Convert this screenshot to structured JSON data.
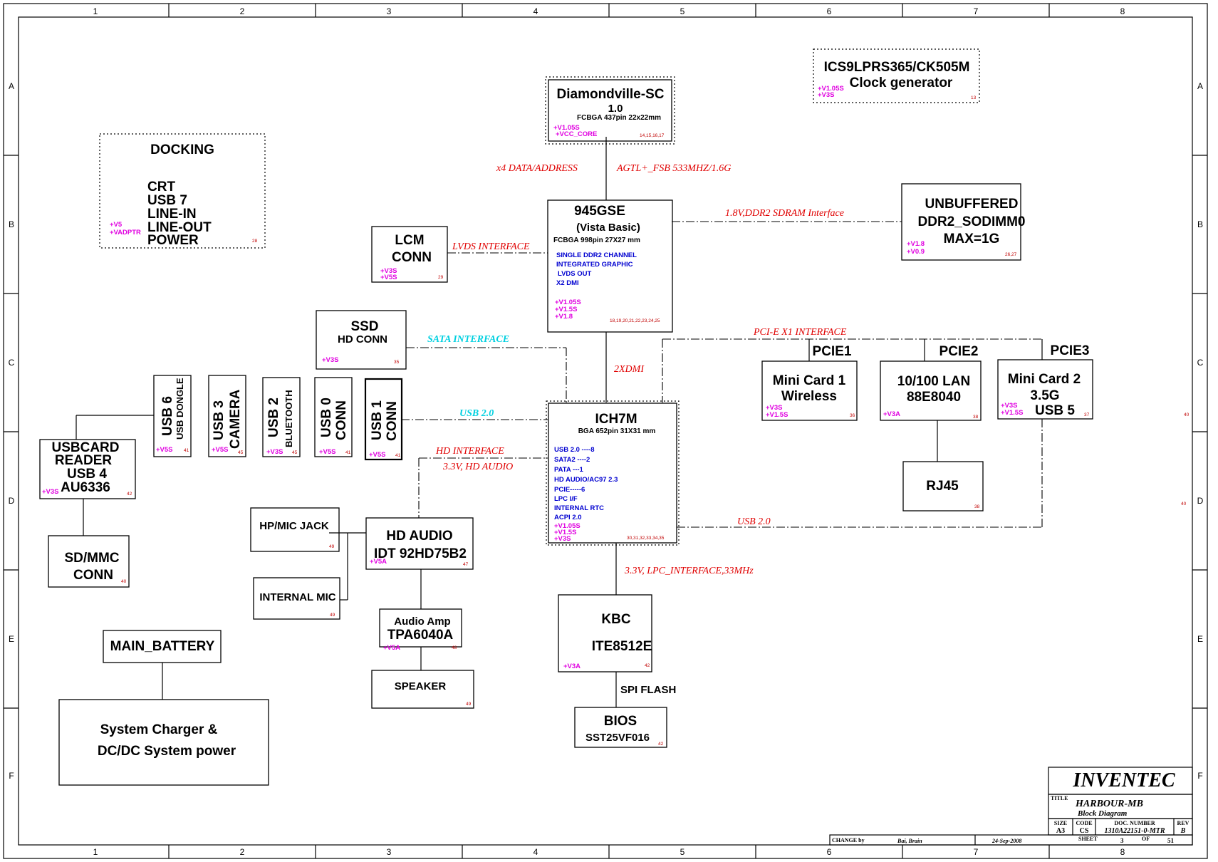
{
  "border": {
    "columns": [
      "1",
      "2",
      "3",
      "4",
      "5",
      "6",
      "7",
      "8"
    ],
    "rows": [
      "A",
      "B",
      "C",
      "D",
      "E",
      "F"
    ]
  },
  "blocks": {
    "clock": {
      "title": "ICS9LPRS365/CK505M",
      "subtitle": "Clock generator",
      "power": [
        "+V1.05S",
        "+V3S"
      ],
      "page": "13"
    },
    "cpu": {
      "title": "Diamondville-SC",
      "version": "1.0",
      "package": "FCBGA  437pin 22x22mm",
      "power": [
        "+V1.05S",
        "+VCC_CORE"
      ],
      "page": "14,15,16,17"
    },
    "docking": {
      "title": "DOCKING",
      "items": [
        "CRT",
        "USB  7",
        "LINE-IN",
        "LINE-OUT",
        "POWER"
      ],
      "power": [
        "+V5",
        "+VADPTR"
      ],
      "page": "28"
    },
    "gmch": {
      "title": "945GSE",
      "subtitle": "(Vista Basic)",
      "package": "FCBGA 998pin  27X27 mm",
      "features": [
        "SINGLE DDR2 CHANNEL",
        "INTEGRATED GRAPHIC",
        "LVDS OUT",
        "X2 DMI"
      ],
      "power": [
        "+V1.05S",
        "+V1.5S",
        "+V1.8"
      ],
      "page": "18,19,20,21,22,23,24,25"
    },
    "dimm": {
      "lines": [
        "UNBUFFERED",
        "DDR2_SODIMM0",
        "MAX=1G"
      ],
      "power": [
        "+V1.8",
        "+V0.9"
      ],
      "page": "26,27"
    },
    "lcm": {
      "lines": [
        "LCM",
        "CONN"
      ],
      "power": [
        "+V3S",
        "+V5S"
      ],
      "page": "29"
    },
    "ssd": {
      "title": "SSD",
      "subtitle": "HD CONN",
      "power": [
        "+V3S"
      ],
      "page": "35"
    },
    "pcie1": {
      "header": "PCIE1",
      "lines": [
        "Mini Card 1",
        "Wireless"
      ],
      "power": [
        "+V3S",
        "+V1.5S"
      ],
      "page": "36"
    },
    "pcie2": {
      "header": "PCIE2",
      "lines": [
        "10/100 LAN",
        "88E8040"
      ],
      "power": [
        "+V3A"
      ],
      "page": "38"
    },
    "pcie3": {
      "header": "PCIE3",
      "lines": [
        "Mini Card 2",
        "3.5G",
        "USB  5"
      ],
      "power": [
        "+V3S",
        "+V1.5S"
      ],
      "page": "37"
    },
    "rj45": {
      "title": "RJ45",
      "page": "38"
    },
    "ich": {
      "title": "ICH7M",
      "package": "BGA 652pin  31X31 mm",
      "features": [
        "USB 2.0 ----8",
        "SATA2 ----2",
        "PATA ---1",
        "HD AUDIO/AC97 2.3",
        "PCIE-----6",
        "LPC I/F",
        "INTERNAL RTC",
        "ACPI  2.0"
      ],
      "power": [
        "+V1.05S",
        "+V1.5S",
        "+V3S"
      ],
      "page": "30,31,32,33,34,35"
    },
    "usb6": {
      "label": "USB 6",
      "sub": "USB DONGLE",
      "power": "+V5S",
      "page": "41"
    },
    "usb3": {
      "label": "USB 3",
      "sub": "CAMERA",
      "power": "+V5S",
      "page": "45"
    },
    "usb2": {
      "label": "USB 2",
      "sub": "BLUETOOTH",
      "power": "+V3S",
      "page": "45"
    },
    "usb0": {
      "label": "USB 0",
      "sub": "CONN",
      "power": "+V5S",
      "page": "41"
    },
    "usb1": {
      "label": "USB 1",
      "sub": "CONN",
      "power": "+V5S",
      "page": "41"
    },
    "cardreader": {
      "lines": [
        "USBCARD",
        "READER",
        "USB  4",
        "AU6336"
      ],
      "power": [
        "+V3S"
      ],
      "page": "42"
    },
    "sdmmc": {
      "lines": [
        "SD/MMC",
        "CONN"
      ],
      "page": "40"
    },
    "hpmic": {
      "title": "HP/MIC  JACK",
      "page": "49"
    },
    "intmic": {
      "title": "INTERNAL MIC",
      "page": "49"
    },
    "hdaudio": {
      "lines": [
        "HD AUDIO",
        "IDT 92HD75B2"
      ],
      "power": [
        "+V5A"
      ],
      "page": "47"
    },
    "amp": {
      "lines": [
        "Audio Amp",
        "TPA6040A"
      ],
      "power": [
        "+V5A"
      ],
      "page": "48"
    },
    "speaker": {
      "title": "SPEAKER",
      "page": "49"
    },
    "kbc": {
      "lines": [
        "KBC",
        "ITE8512E"
      ],
      "power": [
        "+V3A"
      ],
      "page": "42"
    },
    "spi": {
      "label": "SPI  FLASH"
    },
    "bios": {
      "lines": [
        "BIOS",
        "SST25VF016"
      ],
      "page": "42"
    },
    "battery": {
      "title": "MAIN_BATTERY"
    },
    "charger": {
      "lines": [
        "System Charger &",
        "DC/DC System power"
      ]
    }
  },
  "labels": {
    "x4": "x4 DATA/ADDRESS",
    "agtl": "AGTL+_FSB  533MHZ/1.6G",
    "ddr": "1.8V,DDR2 SDRAM Interface",
    "lvds": "LVDS INTERFACE",
    "sata": "SATA INTERFACE",
    "pcie": "PCI-E X1  INTERFACE",
    "dmi": "2XDMI",
    "usb20a": "USB 2.0",
    "hdi": "HD INTERFACE",
    "hda": "3.3V, HD AUDIO",
    "usb20b": "USB 2.0",
    "lpc": "3.3V, LPC_INTERFACE,33MHz",
    "stray1": "40",
    "stray2": "40"
  },
  "title_block": {
    "company": "INVENTEC",
    "title_label": "TITLE",
    "title": "HARBOUR-MB",
    "subtitle": "Block Diagram",
    "size_label": "SIZE",
    "size": "A3",
    "code_label": "CODE",
    "code": "CS",
    "doc_label": "DOC. NUMBER",
    "doc": "1310A22151-0-MTR",
    "rev_label": "REV",
    "rev": "B",
    "change_label": "CHANGE by",
    "change_by": "Bai, Brain",
    "date": "24-Sep-2008",
    "sheet_label": "SHEET",
    "sheet": "3",
    "of_label": "OF",
    "of": "51"
  }
}
